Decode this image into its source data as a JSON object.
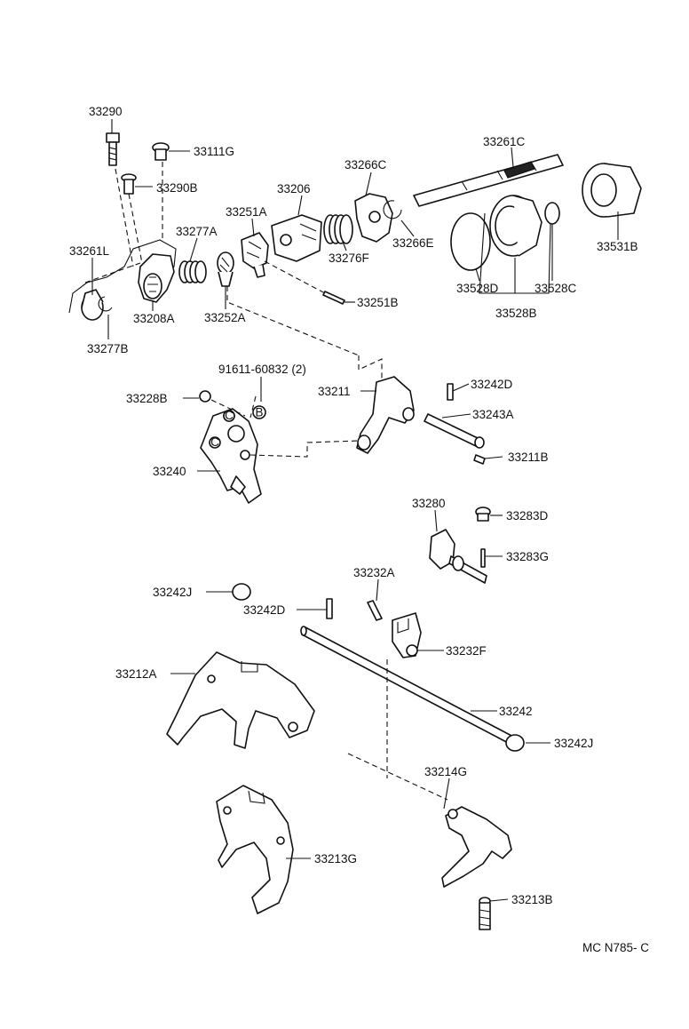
{
  "labels": {
    "p33290": "33290",
    "p33111G": "33111G",
    "p33290B": "33290B",
    "p33261C": "33261C",
    "p33266C": "33266C",
    "p33206": "33206",
    "p33251A": "33251A",
    "p33277A": "33277A",
    "p33261L": "33261L",
    "p33266E": "33266E",
    "p33276F": "33276F",
    "p33531B": "33531B",
    "p33528D": "33528D",
    "p33528C": "33528C",
    "p33528B": "33528B",
    "p33208A": "33208A",
    "p33252A": "33252A",
    "p33251B": "33251B",
    "p33277B": "33277B",
    "p91611": "91611-60832 (2)",
    "p33228B": "33228B",
    "p33211": "33211",
    "p33242D_top": "33242D",
    "p33243A": "33243A",
    "p33240": "33240",
    "p33211B": "33211B",
    "p33280": "33280",
    "p33283D": "33283D",
    "p33283G": "33283G",
    "p33232A": "33232A",
    "p33242J_left": "33242J",
    "p33242D_mid": "33242D",
    "p33232F": "33232F",
    "p33212A": "33212A",
    "p33242": "33242",
    "p33242J_right": "33242J",
    "p33214G": "33214G",
    "p33213G": "33213G",
    "p33213B": "33213B",
    "marker_b": "B",
    "marker_c1": "C",
    "marker_c2": "C",
    "drawing_code": "MC N785- C"
  }
}
